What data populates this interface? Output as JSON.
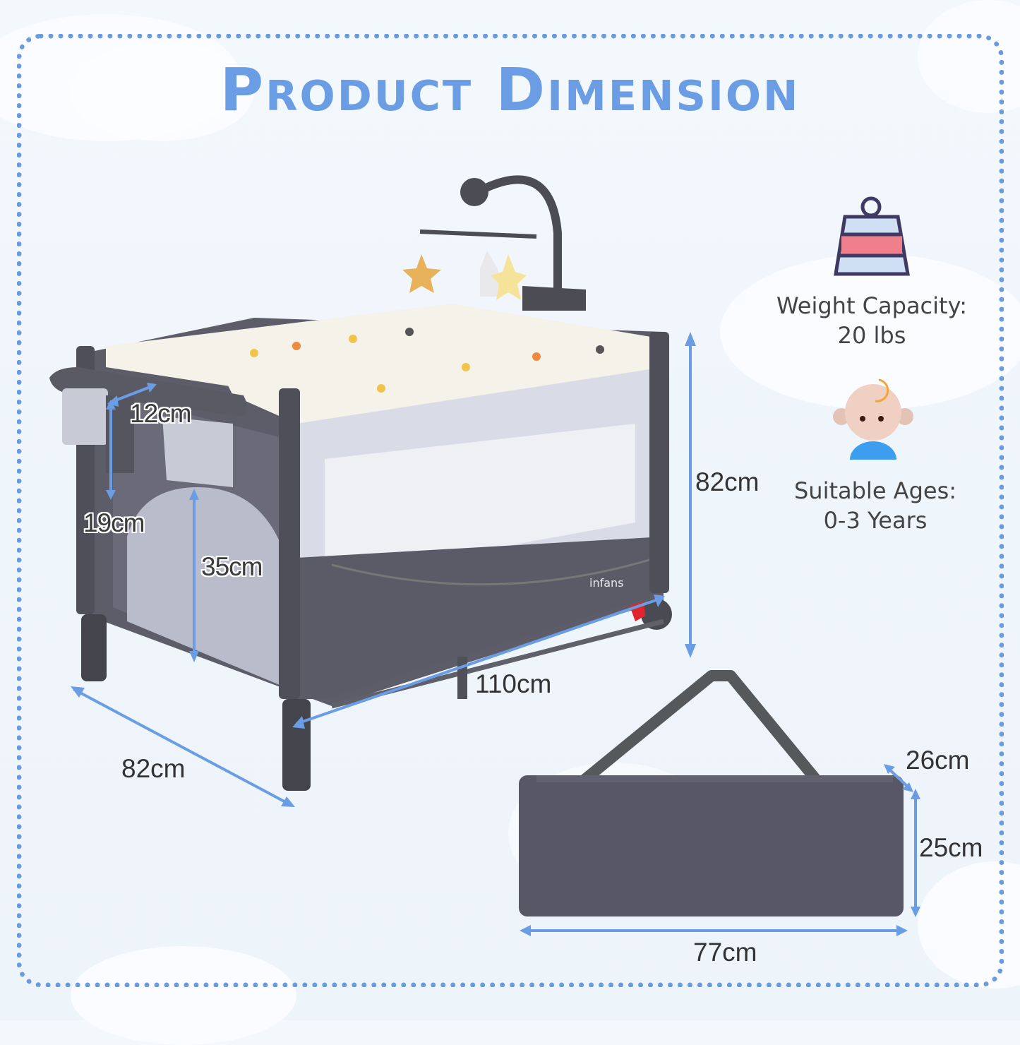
{
  "title": "Product Dimension",
  "colors": {
    "accent": "#6b9de4",
    "frame_dots": "#6a9ae0",
    "product_gray": "#5a5a66",
    "background": "#eef5fb"
  },
  "brand_label": "infans",
  "crib_dimensions": {
    "height": "82cm",
    "length": "110cm",
    "width": "82cm",
    "organizer_width": "12cm",
    "organizer_height": "19cm",
    "organizer_floor_clearance": "35cm"
  },
  "bag_dimensions": {
    "depth": "26cm",
    "height": "25cm",
    "length": "77cm"
  },
  "features": [
    {
      "icon": "weight-icon",
      "label": "Weight Capacity:",
      "value": "20 lbs"
    },
    {
      "icon": "baby-icon",
      "label": "Suitable Ages:",
      "value": "0-3 Years"
    }
  ]
}
